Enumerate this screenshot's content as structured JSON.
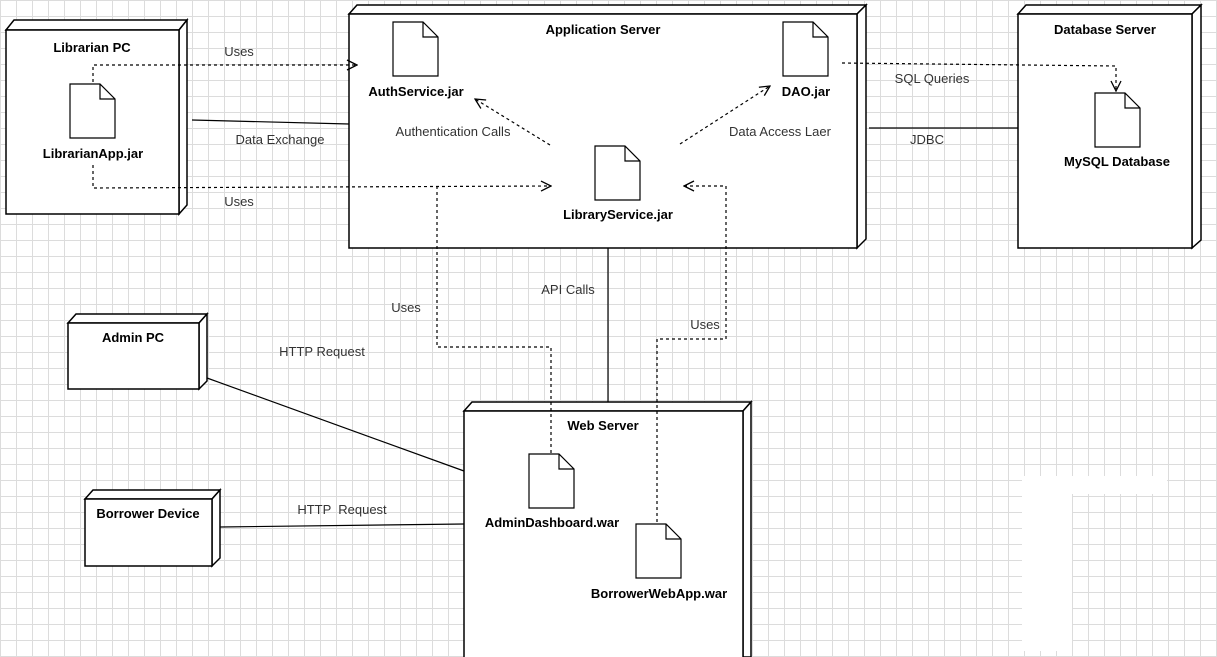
{
  "nodes": {
    "librarian_pc": "Librarian PC",
    "application_server": "Application Server",
    "database_server": "Database Server",
    "admin_pc": "Admin PC",
    "borrower_device": "Borrower Device",
    "web_server": "Web Server"
  },
  "artifacts": {
    "librarian_app": "LibrarianApp.jar",
    "auth_service": "AuthService.jar",
    "dao": "DAO.jar",
    "library_service": "LibraryService.jar",
    "mysql_database": "MySQL Database",
    "admin_dashboard": "AdminDashboard.war",
    "borrower_webapp": "BorrowerWebApp.war"
  },
  "edges": {
    "uses_auth": "Uses",
    "data_exchange": "Data Exchange",
    "uses_library": "Uses",
    "authentication_calls": "Authentication Calls",
    "data_access": "Data Access Laer",
    "sql_queries": "SQL Queries",
    "jdbc": "JDBC",
    "api_calls": "API Calls",
    "uses_admin": "Uses",
    "uses_borrower": "Uses",
    "http_admin": "HTTP Request",
    "http_borrower": "HTTP  Request"
  }
}
